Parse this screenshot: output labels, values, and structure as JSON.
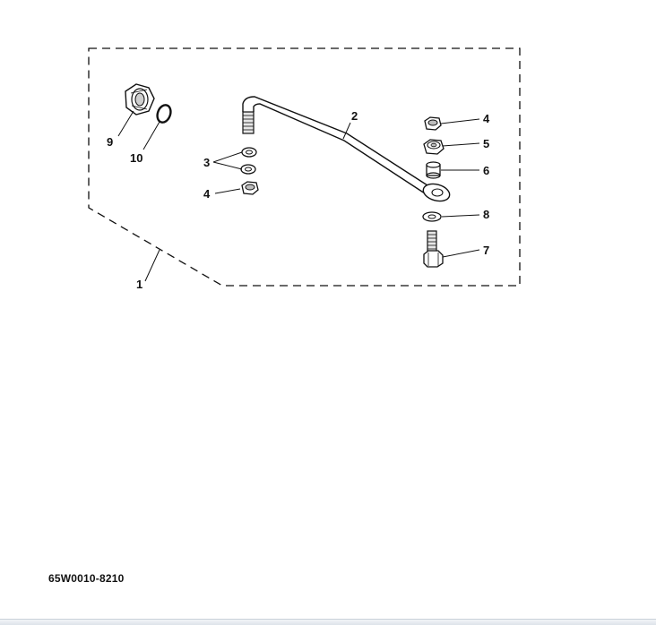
{
  "diagram": {
    "callouts": {
      "c1": "1",
      "c2": "2",
      "c3": "3",
      "c4a": "4",
      "c4b": "4",
      "c5": "5",
      "c6": "6",
      "c7": "7",
      "c8": "8",
      "c9": "9",
      "c10": "10"
    },
    "part_number": "65W0010-8210"
  },
  "colors": {
    "line": "#111111",
    "fill": "#ffffff",
    "shade": "#bdbdbd"
  }
}
